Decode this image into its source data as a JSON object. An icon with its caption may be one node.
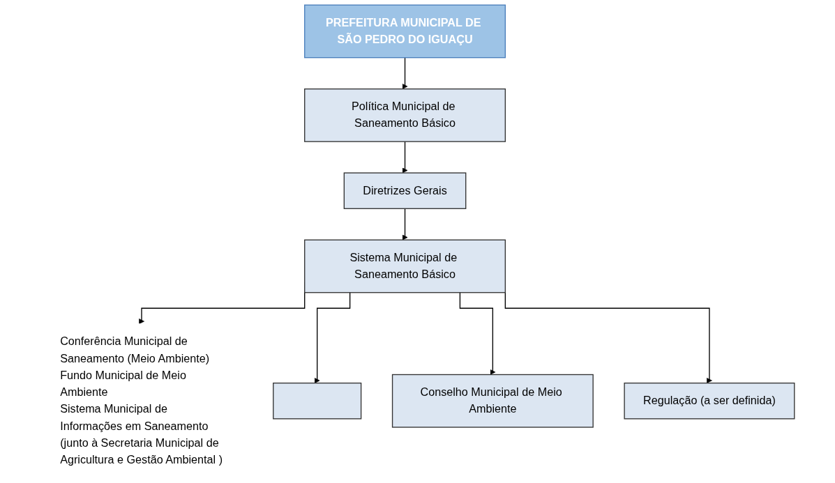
{
  "diagram": {
    "nodes": [
      {
        "text": [
          "PREFEITURA MUNICIPAL DE SÃO PEDRO DO IGUAÇU"
        ]
      },
      {
        "text": [
          "Política Municipal de Saneamento Básico"
        ]
      },
      {
        "text": [
          "Diretrizes Gerais"
        ]
      },
      {
        "text": [
          "Sistema Municipal de Saneamento Básico"
        ]
      },
      {
        "text": [
          "Conferência Municipal de Saneamento (Meio Ambiente)",
          "Fundo Municipal de Meio Ambiente",
          "Sistema Municipal de Informações em Saneamento (junto à Secretaria Municipal de Agricultura e Gestão Ambiental )"
        ]
      },
      {
        "text": [],
        "shape": "box"
      },
      {
        "text": [
          "Conselho Municipal de Meio Ambiente"
        ]
      },
      {
        "text": [
          "Regulação (a ser definida)"
        ]
      }
    ],
    "edges": [
      {
        "from": 0,
        "to": 1,
        "arrow": "to"
      },
      {
        "from": 1,
        "to": 2,
        "arrow": "to"
      },
      {
        "from": 2,
        "to": 3,
        "arrow": "to"
      },
      {
        "from": 3,
        "to": 4,
        "arrow": "to"
      },
      {
        "from": 3,
        "to": 5,
        "arrow": "to"
      },
      {
        "from": 3,
        "to": 6,
        "arrow": "to"
      },
      {
        "from": 3,
        "to": 7,
        "arrow": "to"
      }
    ]
  }
}
